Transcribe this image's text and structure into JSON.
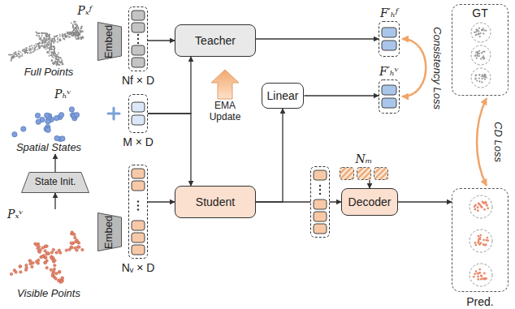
{
  "diagram": {
    "nodes": [
      {
        "text": [
          "Pₓᶠ",
          "Full Points"
        ]
      },
      {
        "text": [
          "Embed"
        ]
      },
      {
        "text": [
          "Nf × D"
        ]
      },
      {
        "text": [
          "Teacher"
        ]
      },
      {
        "text": [
          "F′ₕᶠ"
        ]
      },
      {
        "text": [
          "GT"
        ]
      },
      {
        "text": [
          "Pₕᵛ",
          "Spatial States"
        ]
      },
      {
        "text": [
          "M × D"
        ]
      },
      {
        "text": [
          "Linear"
        ]
      },
      {
        "text": [
          "F′ₕᵛ"
        ]
      },
      {
        "text": [
          "State Init."
        ]
      },
      {
        "text": [
          "Pₓᵛ",
          "Visible Points"
        ]
      },
      {
        "text": [
          "Embed"
        ]
      },
      {
        "text": [
          "Nᵥ × D"
        ]
      },
      {
        "text": [
          "Student"
        ]
      },
      {
        "text": [
          "Nₘ"
        ]
      },
      {
        "text": [
          "Decoder"
        ]
      },
      {
        "text": [
          "Pred."
        ]
      }
    ],
    "edges": [
      {
        "from": 2,
        "to": 3,
        "arrow": "to"
      },
      {
        "from": 3,
        "to": 4,
        "arrow": "to"
      },
      {
        "from": 4,
        "to": 9,
        "arrow": "both",
        "label": "Consistency Loss"
      },
      {
        "from": 7,
        "to": 3,
        "arrow": "to"
      },
      {
        "from": 7,
        "to": 14,
        "arrow": "to"
      },
      {
        "from": 14,
        "to": 8,
        "arrow": "to"
      },
      {
        "from": 8,
        "to": 9,
        "arrow": "to"
      },
      {
        "from": 11,
        "to": 10,
        "arrow": "to"
      },
      {
        "from": 10,
        "to": 6,
        "arrow": "to"
      },
      {
        "from": 13,
        "to": 14,
        "arrow": "to"
      },
      {
        "from": 14,
        "to": 16,
        "arrow": "to"
      },
      {
        "from": 15,
        "to": 16,
        "arrow": "to"
      },
      {
        "from": 16,
        "to": 17,
        "arrow": "to"
      },
      {
        "from": 5,
        "to": 17,
        "arrow": "both",
        "label": "CD Loss"
      }
    ],
    "labels": [
      "EMA Update"
    ]
  }
}
